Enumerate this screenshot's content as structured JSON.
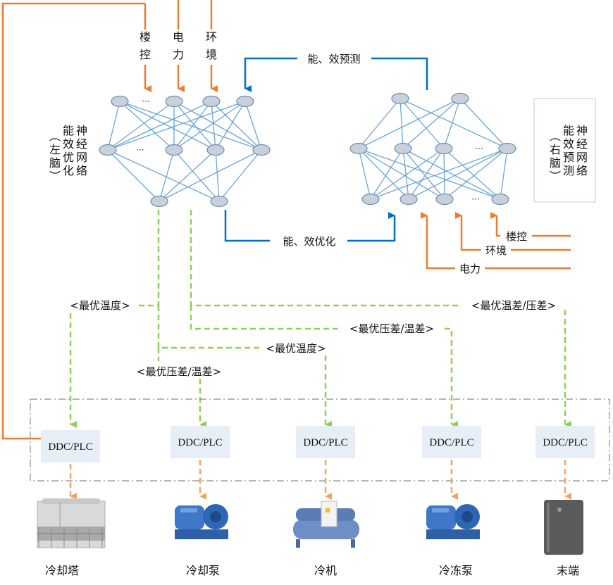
{
  "colors": {
    "orange": "#ED7D31",
    "blue": "#0070C0",
    "green": "#92D050",
    "light_orange": "#F4A460",
    "node_fill": "#C8D0DC",
    "node_stroke": "#6F8BAF",
    "edge": "#5B9BD5",
    "ddc_fill": "#E8EEF7",
    "frame": "#8C8C8C"
  },
  "left_network": {
    "title_lines": [
      "神经网络",
      "能效优化",
      "（左脑）"
    ],
    "inputs": [
      "楼控",
      "电力",
      "环境"
    ],
    "ellipsis": "…"
  },
  "right_network": {
    "title_lines": [
      "神经网络",
      "能效预测",
      "（右脑）"
    ],
    "inputs": [
      "楼控",
      "环境",
      "电力"
    ],
    "ellipsis": "…"
  },
  "flows": {
    "prediction": "能、效预测",
    "optimization": "能、效优化"
  },
  "setpoints": [
    {
      "label": "<最优温度>",
      "target": "冷却塔"
    },
    {
      "label": "<最优压差/温差>",
      "target": "冷却泵"
    },
    {
      "label": "<最优温度>",
      "target": "冷机"
    },
    {
      "label": "<最优压差/温差>",
      "target": "冷冻泵"
    },
    {
      "label": "<最优温差/压差>",
      "target": "末端"
    }
  ],
  "controllers": [
    {
      "label": "DDC/PLC"
    },
    {
      "label": "DDC/PLC"
    },
    {
      "label": "DDC/PLC"
    },
    {
      "label": "DDC/PLC"
    },
    {
      "label": "DDC/PLC"
    }
  ],
  "devices": [
    {
      "label": "冷却塔",
      "icon": "cooling-tower-icon"
    },
    {
      "label": "冷却泵",
      "icon": "cooling-pump-icon"
    },
    {
      "label": "冷机",
      "icon": "chiller-icon"
    },
    {
      "label": "冷冻泵",
      "icon": "chilled-water-pump-icon"
    },
    {
      "label": "末端",
      "icon": "terminal-unit-icon"
    }
  ]
}
